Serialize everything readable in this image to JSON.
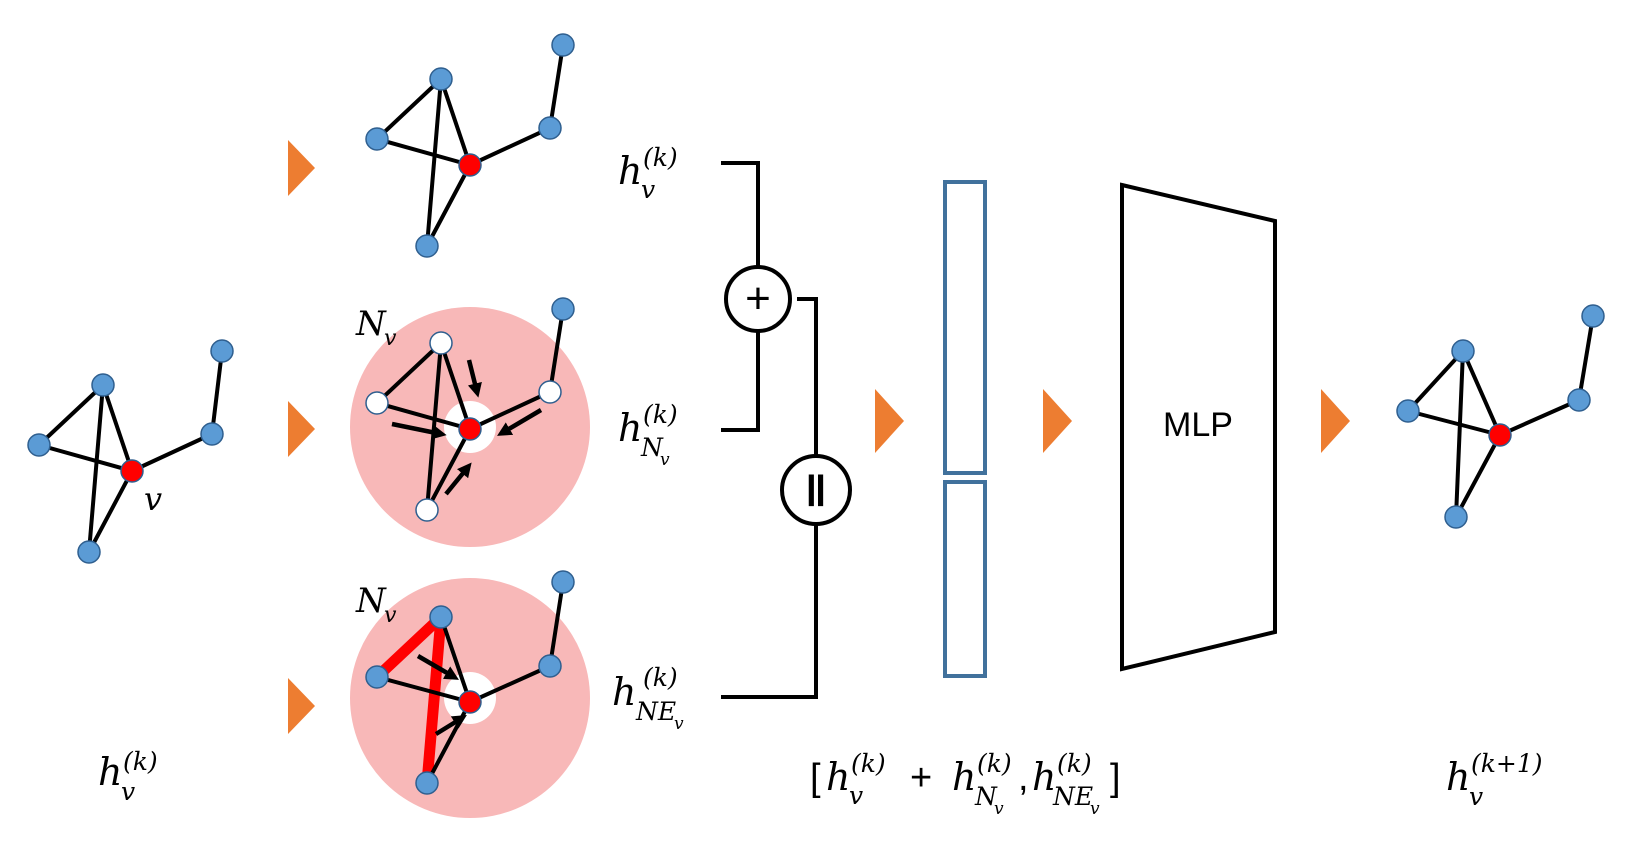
{
  "colors": {
    "node": "#5b9bd5",
    "center_node": "#ff0000",
    "neighbor_node": "#ffffff",
    "highlight_disk": "#f8b8b8",
    "highlight_edge": "#ff0000",
    "triangle_arrow": "#ed7d31",
    "feature_box_stroke": "#41719c",
    "line": "#000000"
  },
  "labels": {
    "v": "v",
    "N_v_top": "N",
    "N_v_top_sub": "v",
    "N_v_bottom": "N",
    "N_v_bottom_sub": "v",
    "input_h": "h",
    "input_h_sup": "(k)",
    "input_h_sub": "v",
    "h_v": "h",
    "h_v_sup": "(k)",
    "h_v_sub": "v",
    "h_Nv": "h",
    "h_Nv_sup": "(k)",
    "h_Nv_sub": "N",
    "h_Nv_subsub": "v",
    "h_NEv": "h",
    "h_NEv_sup": "(k)",
    "h_NEv_sub": "NE",
    "h_NEv_subsub": "v",
    "sum_op": "+",
    "concat_op": "‖",
    "mlp": "MLP",
    "output_h": "h",
    "output_h_sup": "(k+1)",
    "output_h_sub": "v"
  },
  "concat_formula": {
    "open": "[",
    "t1_h": "h",
    "t1_sup": "(k)",
    "t1_sub": "v",
    "plus": "+",
    "t2_h": "h",
    "t2_sup": "(k)",
    "t2_sub": "N",
    "t2_subsub": "v",
    "comma": ",",
    "t3_h": "h",
    "t3_sup": "(k)",
    "t3_sub": "NE",
    "t3_subsub": "v",
    "close": "]"
  }
}
